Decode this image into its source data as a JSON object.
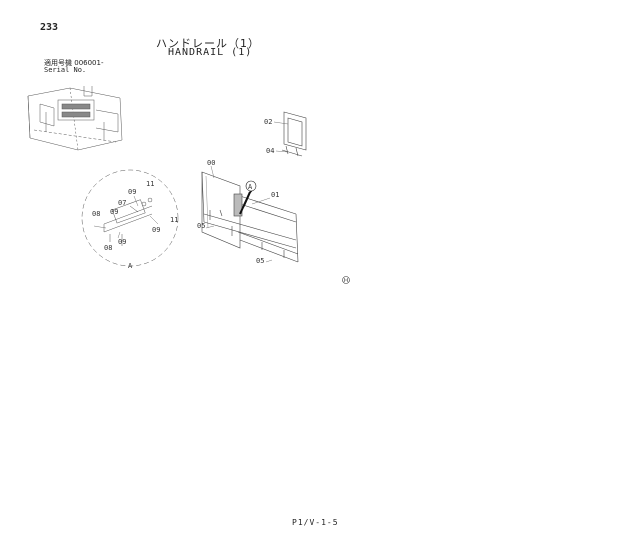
{
  "header": {
    "page_number": "233",
    "title_jp": "ハンドレール（1）",
    "title_en": "HANDRAIL (1)",
    "serial_label_jp": "適用号機",
    "serial_value": "006001-",
    "serial_label_en": "Serial No."
  },
  "callouts": {
    "c00": "00",
    "c01": "01",
    "c02": "02",
    "c04": "04",
    "c05a": "05",
    "c05b": "05",
    "c07": "07",
    "c08a": "08",
    "c08b": "08",
    "c09a": "09",
    "c09b": "09",
    "c09c": "09",
    "c09d": "09",
    "c11a": "11",
    "c11b": "11",
    "detail_a": "A",
    "detail_a_ref": "A"
  },
  "footer": {
    "code": "P1/V-1-5"
  },
  "icons": {
    "mark": "circled-h-mark"
  }
}
